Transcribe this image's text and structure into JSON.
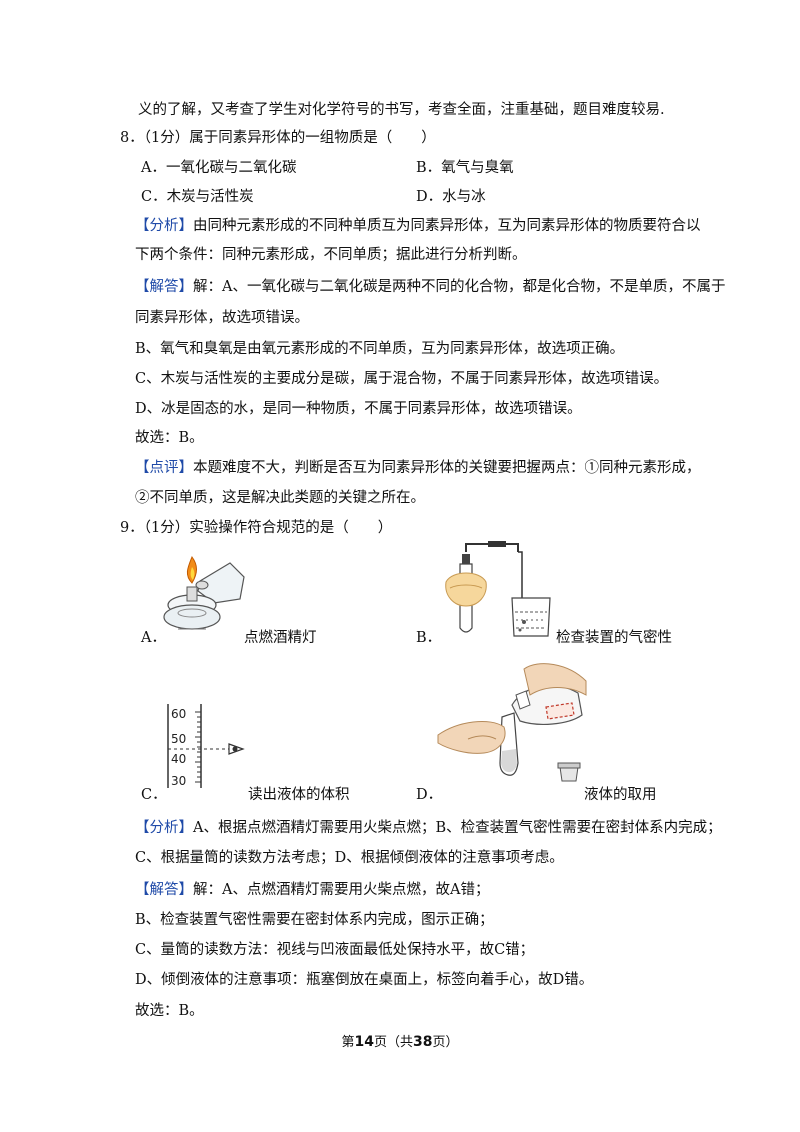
{
  "top_line": "义的了解，又考查了学生对化学符号的书写，考查全面，注重基础，题目难度较易.",
  "q8": {
    "stem": "8．（1分）属于同素异形体的一组物质是（　　）",
    "option_a": "A．一氧化碳与二氧化碳",
    "option_b": "B．氧气与臭氧",
    "option_c": "C．木炭与活性炭",
    "option_d": "D．水与冰",
    "analysis_tag": "【分析】",
    "analysis_1": "由同种元素形成的不同种单质互为同素异形体，互为同素异形体的物质要符合以",
    "analysis_2": "下两个条件：同种元素形成，不同单质；据此进行分析判断。",
    "answer_tag": "【解答】",
    "answer_1": "解：A、一氧化碳与二氧化碳是两种不同的化合物，都是化合物，不是单质，不属于",
    "answer_2": "同素异形体，故选项错误。",
    "answer_3": "B、氧气和臭氧是由氧元素形成的不同单质，互为同素异形体，故选项正确。",
    "answer_4": "C、木炭与活性炭的主要成分是碳，属于混合物，不属于同素异形体，故选项错误。",
    "answer_5": "D、冰是固态的水，是同一种物质，不属于同素异形体，故选项错误。",
    "choose": "故选：B。",
    "comment_tag": "【点评】",
    "comment_1": "本题难度不大，判断是否互为同素异形体的关键要把握两点：①同种元素形成，",
    "comment_2": "②不同单质，这是解决此类题的关键之所在。"
  },
  "q9": {
    "stem": "9．（1分）实验操作符合规范的是（　　）",
    "a_letter": "A．",
    "a_caption": "点燃酒精灯",
    "b_letter": "B．",
    "b_caption": "检查装置的气密性",
    "c_letter": "C．",
    "c_caption": "读出液体的体积",
    "d_letter": "D．",
    "d_caption": "液体的取用",
    "cylinder_ticks": [
      "60",
      "50",
      "40",
      "30"
    ],
    "analysis_tag": "【分析】",
    "analysis_1": "A、根据点燃酒精灯需要用火柴点燃；B、检查装置气密性需要在密封体系内完成；",
    "analysis_2": "C、根据量筒的读数方法考虑；D、根据倾倒液体的注意事项考虑。",
    "answer_tag": "【解答】",
    "answer_1": "解：A、点燃酒精灯需要用火柴点燃，故A错；",
    "answer_2": "B、检查装置气密性需要在密封体系内完成，图示正确；",
    "answer_3": "C、量筒的读数方法：视线与凹液面最低处保持水平，故C错；",
    "answer_4": "D、倾倒液体的注意事项：瓶塞倒放在桌面上，标签向着手心，故D错。",
    "choose": "故选：B。"
  },
  "footer": {
    "prefix": "第",
    "page": "14",
    "middle": "页（共",
    "total": "38",
    "suffix": "页）"
  },
  "colors": {
    "tag": "#1f4aa8",
    "text": "#111111"
  }
}
